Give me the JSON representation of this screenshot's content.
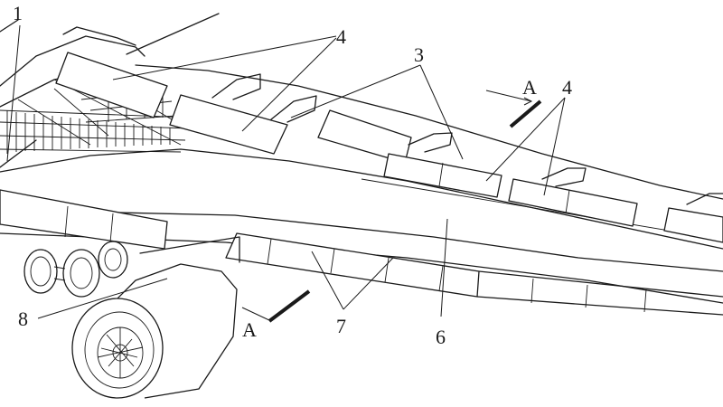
{
  "diagram": {
    "labels": {
      "l1": "1",
      "l3": "3",
      "l4a": "4",
      "l4b": "4",
      "l6": "6",
      "l7": "7",
      "l8": "8",
      "sectionTop": "A",
      "sectionBottom": "A"
    }
  }
}
